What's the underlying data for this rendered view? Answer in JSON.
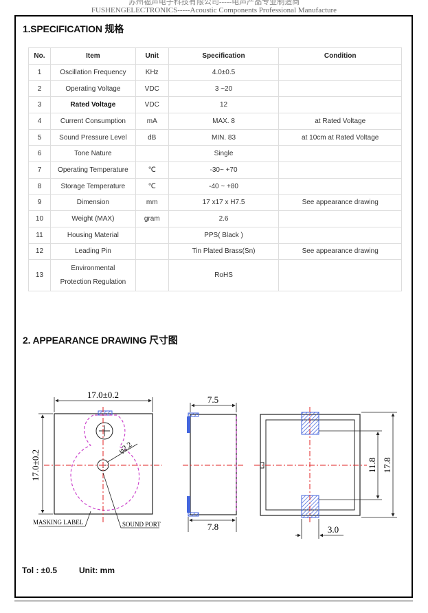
{
  "header": {
    "line1": "苏州福声电子科技有限公司-----电声产品专业制造商",
    "line2": "FUSHENGELECTRONICS-----Acoustic Components Professional Manufacture"
  },
  "section1": {
    "title": "1.SPECIFICATION  规格"
  },
  "table": {
    "headers": [
      "No.",
      "Item",
      "Unit",
      "Specification",
      "Condition"
    ],
    "rows": [
      {
        "no": "1",
        "item": "Oscillation Frequency",
        "unit": "KHz",
        "spec": "4.0±0.5",
        "cond": ""
      },
      {
        "no": "2",
        "item": "Operating Voltage",
        "unit": "VDC",
        "spec": "3 ~20",
        "cond": ""
      },
      {
        "no": "3",
        "item": "Rated Voltage",
        "unit": "VDC",
        "spec": "12",
        "cond": ""
      },
      {
        "no": "4",
        "item": "Current Consumption",
        "unit": "mA",
        "spec": "MAX. 8",
        "cond": "at Rated Voltage"
      },
      {
        "no": "5",
        "item": "Sound Pressure Level",
        "unit": "dB",
        "spec": "MIN. 83",
        "cond": "at 10cm at Rated Voltage"
      },
      {
        "no": "6",
        "item": "Tone Nature",
        "unit": "",
        "spec": "Single",
        "cond": ""
      },
      {
        "no": "7",
        "item": "Operating Temperature",
        "unit": "℃",
        "spec": "-30~ +70",
        "cond": ""
      },
      {
        "no": "8",
        "item": "Storage Temperature",
        "unit": "℃",
        "spec": "-40 ~ +80",
        "cond": ""
      },
      {
        "no": "9",
        "item": "Dimension",
        "unit": "mm",
        "spec": "17 x17 x H7.5",
        "cond": "See appearance drawing"
      },
      {
        "no": "10",
        "item": "Weight (MAX)",
        "unit": "gram",
        "spec": "2.6",
        "cond": ""
      },
      {
        "no": "11",
        "item": "Housing Material",
        "unit": "",
        "spec": "PPS( Black )",
        "cond": ""
      },
      {
        "no": "12",
        "item": "Leading Pin",
        "unit": "",
        "spec": "Tin Plated Brass(Sn)",
        "cond": "See appearance drawing"
      }
    ],
    "row13": {
      "no": "13",
      "item_line1": "Environmental",
      "item_line2": "Protection Regulation",
      "unit": "",
      "spec": "RoHS",
      "cond": ""
    }
  },
  "section2": {
    "title": "2. APPEARANCE DRAWING   尺寸图"
  },
  "drawing": {
    "top_width": "17.0±0.2",
    "left_height": "17.0±0.2",
    "hole_dia": "φ2.2",
    "masking_label": "MASKING LABEL",
    "sound_port": "SOUND PORT",
    "side_top": "7.5",
    "side_bottom": "7.8",
    "inner_height": "11.8",
    "outer_height": "17.8",
    "pad_width": "3.0",
    "colors": {
      "centerline": "#e02020",
      "label": "#cc44cc",
      "pad": "#4466dd",
      "line": "#222222"
    }
  },
  "footer": {
    "tol": "Tol : ±0.5",
    "unit": "Unit: mm"
  }
}
